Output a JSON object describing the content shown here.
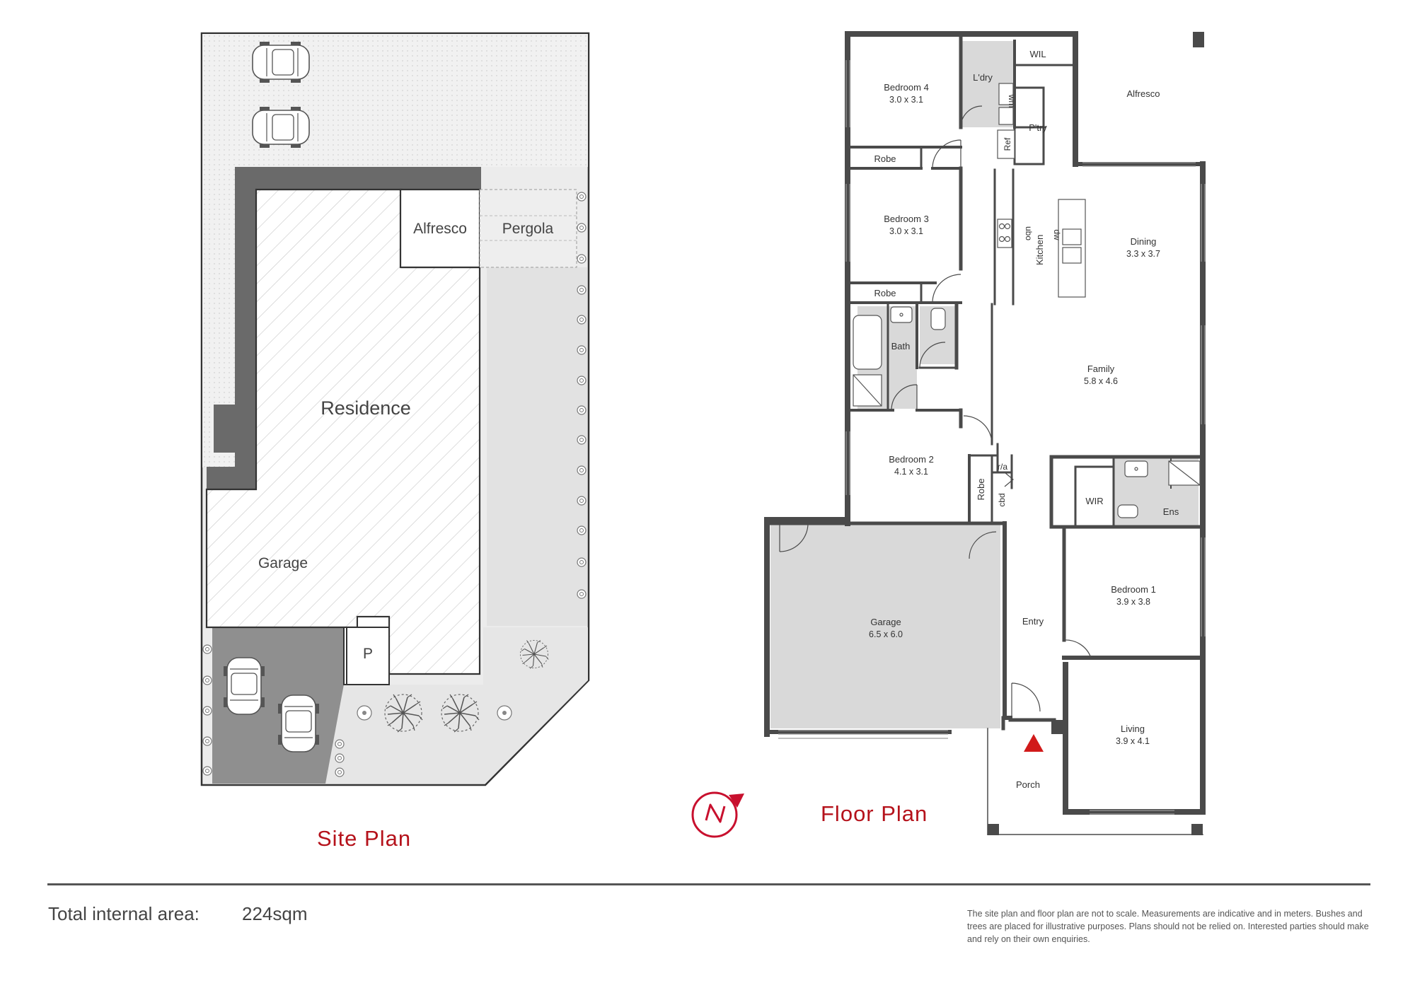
{
  "site_plan": {
    "title": "Site  Plan",
    "labels": {
      "residence": "Residence",
      "alfresco": "Alfresco",
      "pergola": "Pergola",
      "garage": "Garage",
      "parking": "P"
    }
  },
  "floor_plan": {
    "title": "Floor  Plan",
    "rooms": {
      "bedroom4": {
        "name": "Bedroom 4",
        "dims": "3.0 x 3.1"
      },
      "bedroom3": {
        "name": "Bedroom 3",
        "dims": "3.0 x 3.1"
      },
      "bedroom2": {
        "name": "Bedroom 2",
        "dims": "4.1 x 3.1"
      },
      "bedroom1": {
        "name": "Bedroom 1",
        "dims": "3.9 x 3.8"
      },
      "dining": {
        "name": "Dining",
        "dims": "3.3 x 3.7"
      },
      "family": {
        "name": "Family",
        "dims": "5.8 x 4.6"
      },
      "garage": {
        "name": "Garage",
        "dims": "6.5 x 6.0"
      },
      "living": {
        "name": "Living",
        "dims": "3.9 x 4.1"
      },
      "alfresco": {
        "name": "Alfresco"
      },
      "laundry": {
        "name": "L'dry"
      },
      "wil": {
        "name": "WIL"
      },
      "pantry": {
        "name": "P'try"
      },
      "kitchen": {
        "name": "Kitchen"
      },
      "robe_bed4": {
        "name": "Robe"
      },
      "robe_bed3": {
        "name": "Robe"
      },
      "robe_bed2": {
        "name": "Robe"
      },
      "bath": {
        "name": "Bath"
      },
      "wir": {
        "name": "WIR"
      },
      "ensuite": {
        "name": "Ens"
      },
      "entry": {
        "name": "Entry"
      },
      "porch": {
        "name": "Porch"
      }
    },
    "fixtures": {
      "wm": "wm",
      "ref": "Ref",
      "ubo": "ubo",
      "dw": "dw",
      "ra": "r/a",
      "cbd": "cbd"
    }
  },
  "footer": {
    "area_label": "Total internal area:",
    "area_value": "224sqm",
    "disclaimer": "The site plan and floor plan are not to scale. Measurements are indicative and in meters. Bushes and trees are placed for illustrative purposes. Plans should not be relied on. Interested parties should make and rely on their own enquiries."
  },
  "colors": {
    "accent": "#c8102e",
    "wall": "#4a4a4a",
    "grey_fill": "#d9d9d9"
  },
  "icons": [
    "north-compass-icon",
    "entry-arrow-icon",
    "car-icon",
    "tree-icon",
    "shrub-icon"
  ]
}
